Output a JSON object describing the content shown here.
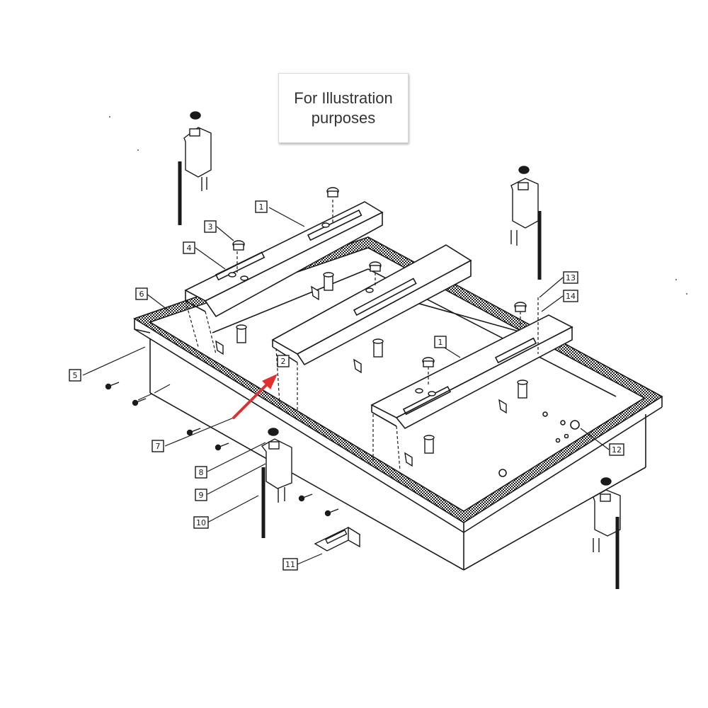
{
  "note": {
    "line1": "For Illustration",
    "line2": "purposes"
  },
  "callouts": [
    {
      "id": "c1a",
      "label": "1"
    },
    {
      "id": "c1b",
      "label": "1"
    },
    {
      "id": "c2",
      "label": "2"
    },
    {
      "id": "c3",
      "label": "3"
    },
    {
      "id": "c4",
      "label": "4"
    },
    {
      "id": "c5",
      "label": "5"
    },
    {
      "id": "c6",
      "label": "6"
    },
    {
      "id": "c7",
      "label": "7"
    },
    {
      "id": "c8",
      "label": "8"
    },
    {
      "id": "c9",
      "label": "9"
    },
    {
      "id": "c10",
      "label": "10"
    },
    {
      "id": "c11",
      "label": "11"
    },
    {
      "id": "c12",
      "label": "12"
    },
    {
      "id": "c13",
      "label": "13"
    },
    {
      "id": "c14",
      "label": "14"
    }
  ],
  "colors": {
    "line": "#1a1a1a",
    "arrow": "#e03030",
    "gasket": "#2a2a2a",
    "panel": "#ffffff"
  },
  "icons": {
    "pointer": "red-arrow-icon"
  }
}
